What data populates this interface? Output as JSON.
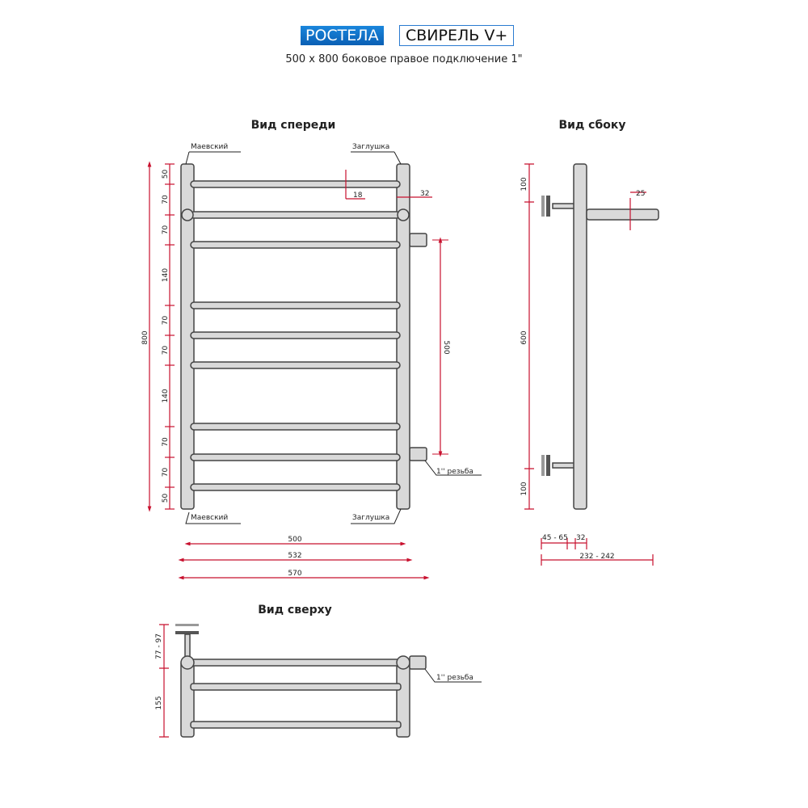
{
  "header": {
    "brand": "РОСТЕЛА",
    "model": "СВИРЕЛЬ V+",
    "subtitle": "500 x 800 боковое правое подключение 1\""
  },
  "front_view": {
    "title": "Вид спереди",
    "labels": {
      "top_left": "Маевский",
      "top_right": "Заглушка",
      "bottom_left": "Маевский",
      "bottom_right": "Заглушка",
      "thread": "1'' резьба"
    },
    "dims": {
      "total_height": "800",
      "steps": [
        "50",
        "70",
        "70",
        "140",
        "70",
        "70",
        "140",
        "70",
        "70",
        "50"
      ],
      "rung_diameter": "18",
      "post_diameter": "32",
      "center_distance": "500",
      "width_500": "500",
      "width_532": "532",
      "width_570": "570"
    }
  },
  "side_view": {
    "title": "Вид сбоку",
    "dims": {
      "top": "100",
      "middle": "600",
      "bottom": "100",
      "rung": "25",
      "wall_gap": "45 - 65",
      "post": "32",
      "depth": "232 - 242"
    }
  },
  "top_view": {
    "title": "Вид сверху",
    "dims": {
      "wall": "77 - 97",
      "depth": "155"
    },
    "thread": "1'' резьба"
  },
  "colors": {
    "dimension": "#c8102e",
    "brand": "#0a6fc4"
  }
}
